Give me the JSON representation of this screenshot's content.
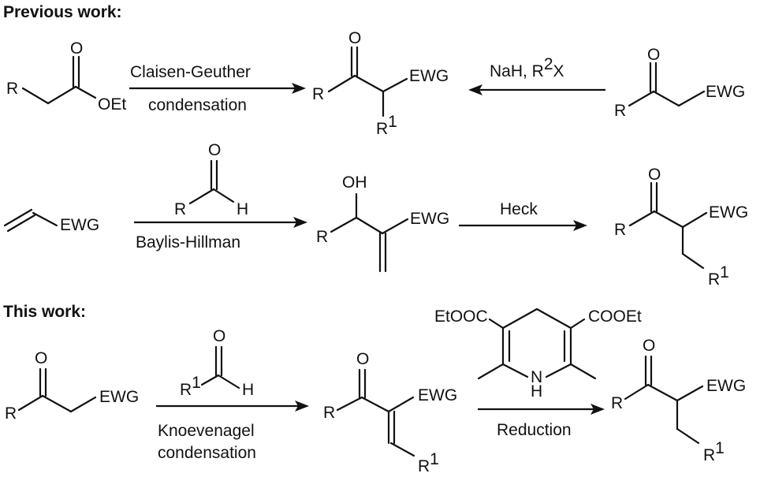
{
  "headers": {
    "previous": "Previous work:",
    "this": "This work:"
  },
  "labels": {
    "R": "R",
    "H": "H",
    "O": "O",
    "OEt": "OEt",
    "OH": "OH",
    "EWG": "EWG",
    "R1_base": "R",
    "R1_sup": "1",
    "NH_N": "N",
    "NH_H": "H",
    "EtOOC": "EtOOC",
    "COOEt": "COOEt"
  },
  "reagents": {
    "claisen_line1": "Claisen-Geuther",
    "claisen_line2": "condensation",
    "nah_prefix": "NaH, R",
    "nah_sup": "2",
    "nah_suffix": "X",
    "baylis": "Baylis-Hillman",
    "heck": "Heck",
    "knoev_line1": "Knoevenagel",
    "knoev_line2": "condensation",
    "reduction": "Reduction"
  },
  "colors": {
    "ink": "#111111",
    "background": "#ffffff"
  }
}
